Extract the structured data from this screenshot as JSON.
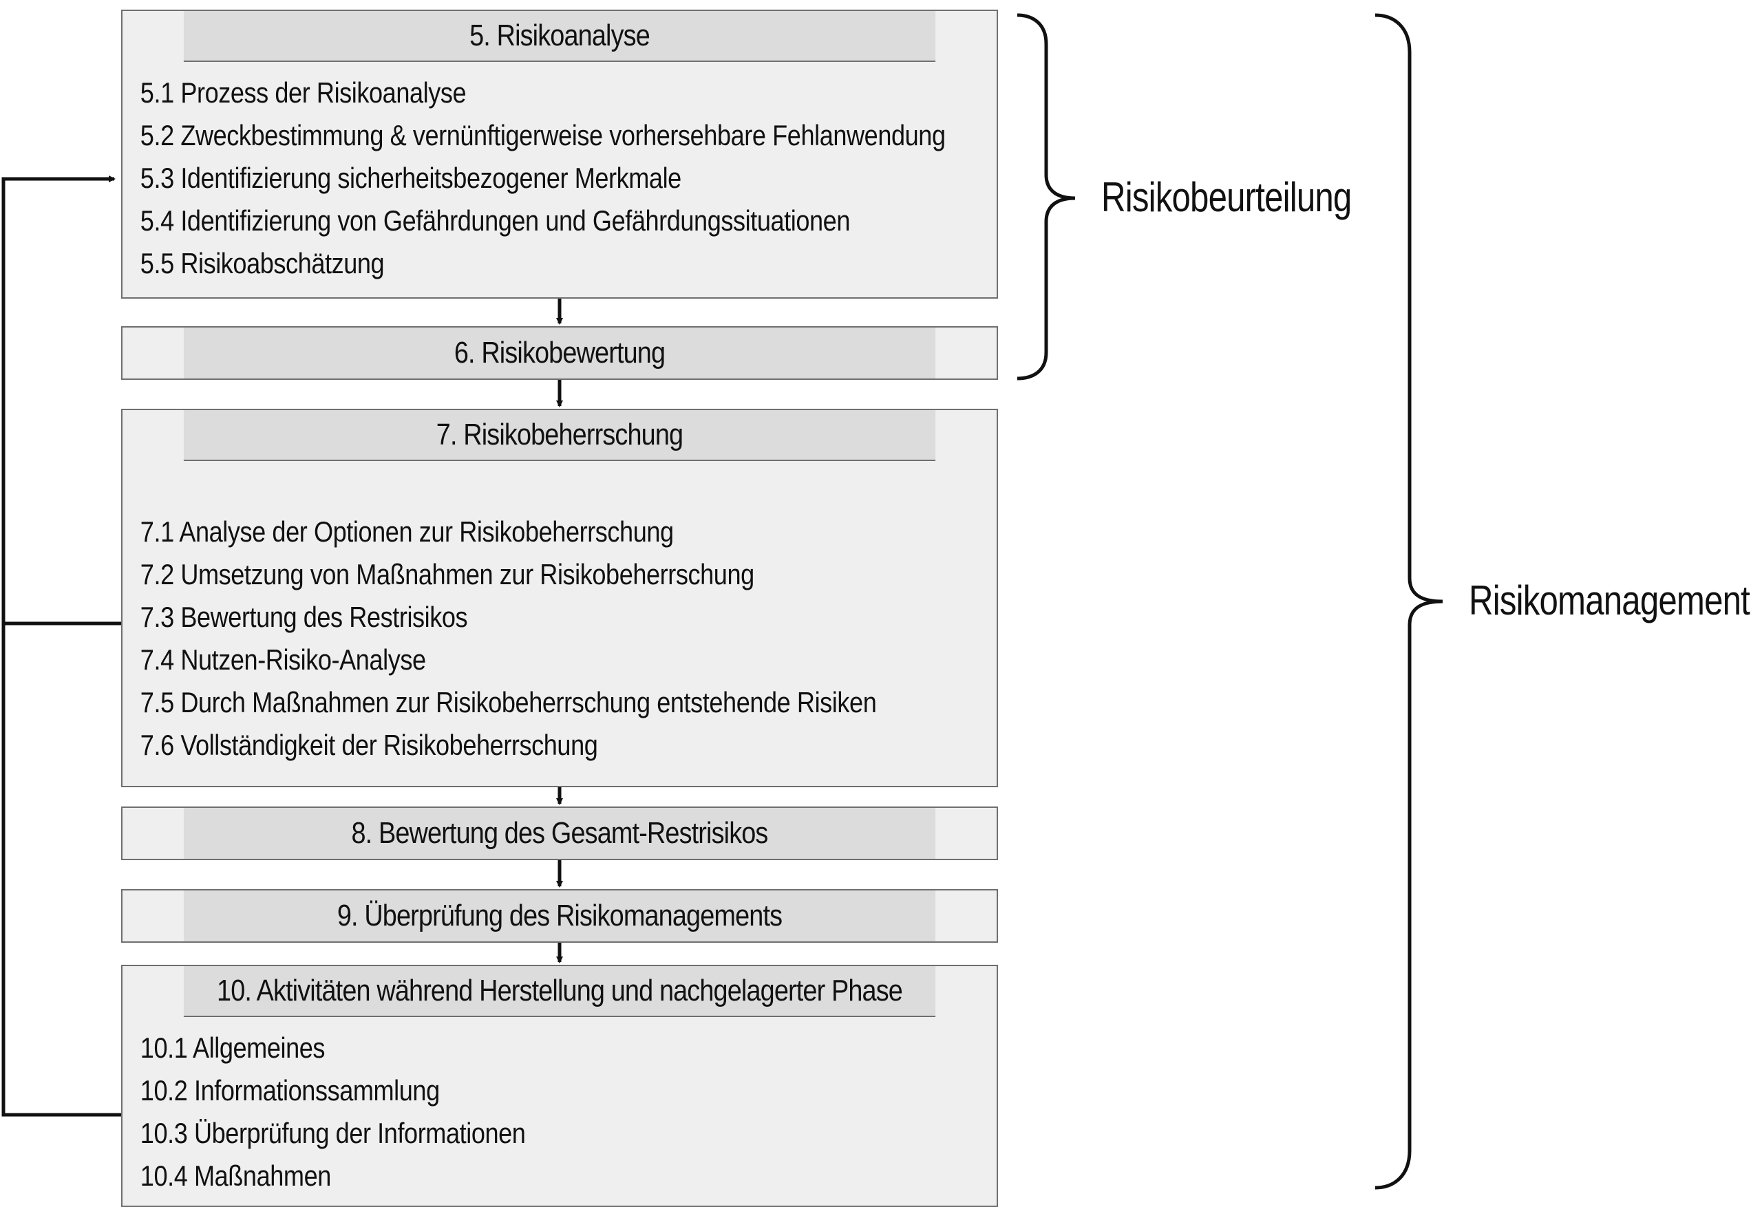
{
  "steps": [
    {
      "title": "5. Risikoanalyse",
      "items": [
        "5.1 Prozess der Risikoanalyse",
        "5.2 Zweckbestimmung & vernünftigerweise vorhersehbare Fehlanwendung",
        "5.3 Identifizierung sicherheitsbezogener Merkmale",
        "5.4 Identifizierung von Gefährdungen und Gefährdungssituationen",
        "5.5 Risikoabschätzung"
      ]
    },
    {
      "title": "6. Risikobewertung",
      "items": []
    },
    {
      "title": "7. Risikobeherrschung",
      "items": [
        "7.1 Analyse der Optionen zur Risikobeherrschung",
        "7.2 Umsetzung von Maßnahmen zur Risikobeherrschung",
        "7.3 Bewertung des Restrisikos",
        "7.4 Nutzen-Risiko-Analyse",
        "7.5 Durch Maßnahmen zur Risikobeherrschung entstehende  Risiken",
        "7.6 Vollständigkeit der Risikobeherrschung"
      ]
    },
    {
      "title": "8. Bewertung des Gesamt-Restrisikos",
      "items": []
    },
    {
      "title": "9. Überprüfung des Risikomanagements",
      "items": []
    },
    {
      "title": "10. Aktivitäten während Herstellung und nachgelagerter Phase",
      "items": [
        "10.1 Allgemeines",
        "10.2 Informationssammlung",
        "10.3 Überprüfung der Informationen",
        "10.4 Maßnahmen"
      ]
    }
  ],
  "brackets": {
    "risikobeurteilung": "Risikobeurteilung",
    "risikomanagement": "Risikomanagement"
  },
  "colors": {
    "box_fill": "#efefef",
    "header_fill": "#dcdcdc",
    "border": "#6f6f6f",
    "line": "#111111"
  }
}
